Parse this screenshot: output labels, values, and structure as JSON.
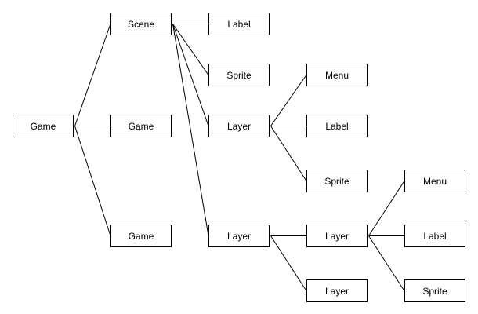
{
  "diagram": {
    "line_color": "#000000",
    "box_border_color": "#000000",
    "nodes": {
      "root": "Game",
      "scene": "Scene",
      "game_2": "Game",
      "game_3": "Game",
      "scene_label": "Label",
      "scene_sprite": "Sprite",
      "scene_layer_1": "Layer",
      "scene_layer_2": "Layer",
      "layer1_menu": "Menu",
      "layer1_label": "Label",
      "layer1_sprite": "Sprite",
      "layer2_layer_a": "Layer",
      "layer2_layer_b": "Layer",
      "layera_menu": "Menu",
      "layera_label": "Label",
      "layera_sprite": "Sprite"
    }
  }
}
